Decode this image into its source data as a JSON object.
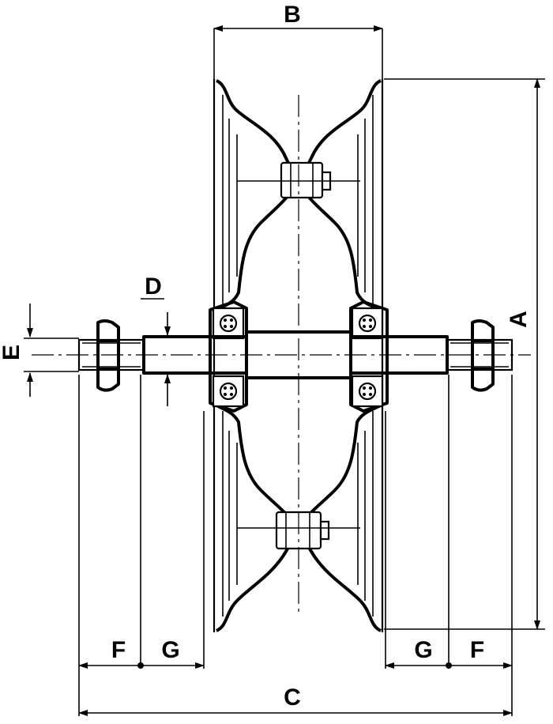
{
  "dimension_labels": {
    "a": "A",
    "b": "B",
    "c": "C",
    "d": "D",
    "e": "E",
    "f": "F",
    "g": "G"
  }
}
